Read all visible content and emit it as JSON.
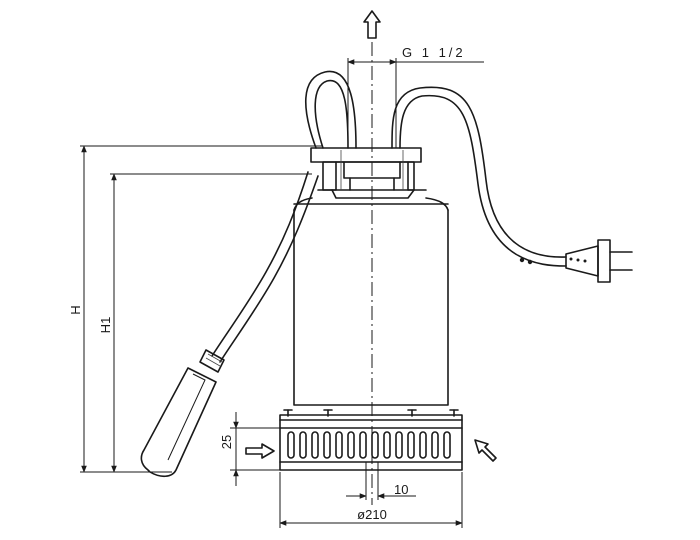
{
  "dimensions": {
    "outlet_thread": "G 1 1/2",
    "height_total": "H",
    "height_motor": "H1",
    "intake_height": "25",
    "slot_width": "10",
    "base_diameter": "ø210"
  },
  "icons": {
    "outlet_flow": "arrow-up-icon",
    "inlet_left": "arrow-right-icon",
    "inlet_right": "arrow-down-left-icon"
  }
}
